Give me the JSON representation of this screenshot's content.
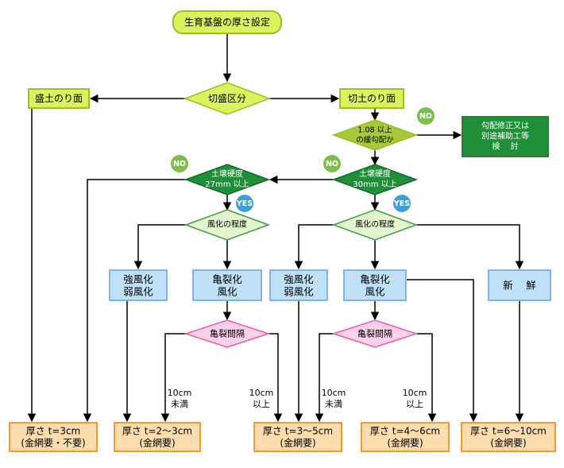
{
  "nodes": {
    "start": [
      "生育基盤の厚さ設定"
    ],
    "cut_fill_class": [
      "切盛区分"
    ],
    "fill_slope": [
      "盛土のり面"
    ],
    "cut_slope": [
      "切土のり面"
    ],
    "gentle_slope_check": [
      "1.08 以上",
      "の緩勾配か"
    ],
    "slope_review": [
      "勾配修正又は",
      "別途補助工等",
      "検　 討"
    ],
    "soil_hardness_27": [
      "土壌硬度",
      "27mm 以上"
    ],
    "soil_hardness_30": [
      "土壌硬度",
      "30mm 以上"
    ],
    "weathering_left": [
      "風化の程度"
    ],
    "weathering_right": [
      "風化の程度"
    ],
    "strong_weathered_left": [
      "強風化",
      "弱風化"
    ],
    "cracked_weathered_left": [
      "亀裂化",
      "風化"
    ],
    "strong_weathered_right": [
      "強風化",
      "弱風化"
    ],
    "cracked_weathered_right": [
      "亀裂化",
      "風化"
    ],
    "fresh": [
      "新　 鮮"
    ],
    "crack_spacing_left": [
      "亀裂間隔"
    ],
    "crack_spacing_right": [
      "亀裂間隔"
    ],
    "result_3cm": [
      "厚さ t=3cm",
      "(金網要・不要)"
    ],
    "result_2_3cm": [
      "厚さ t=2～3cm",
      "(金網要)"
    ],
    "result_3_5cm": [
      "厚さ t=3～5cm",
      "(金網要)"
    ],
    "result_4_6cm": [
      "厚さ t=4～6cm",
      "(金網要)"
    ],
    "result_6_10cm": [
      "厚さ t=6～10cm",
      "(金網要)"
    ]
  },
  "labels": {
    "no": "NO",
    "yes": "YES",
    "under_10cm": [
      "10cm",
      "未満"
    ],
    "over_10cm": [
      "10cm",
      "以上"
    ]
  },
  "colors": {
    "lime_fill": "#d9f25e",
    "lime_stroke": "#9bbf1e",
    "olive_fill": "#a6c83a",
    "green_fill": "#1f8f3a",
    "green_stroke": "#0f6a26",
    "pale_green_fill": "#e3f4cf",
    "blue_fill": "#bfe0f7",
    "blue_stroke": "#7fb5e0",
    "pink_fill": "#fbd0ea",
    "pink_stroke": "#e75aa8",
    "orange_fill": "#fddcae",
    "orange_stroke": "#f39a2b",
    "no_badge": "#7bbf4a",
    "yes_badge": "#3aa0d8",
    "line": "#000000"
  }
}
